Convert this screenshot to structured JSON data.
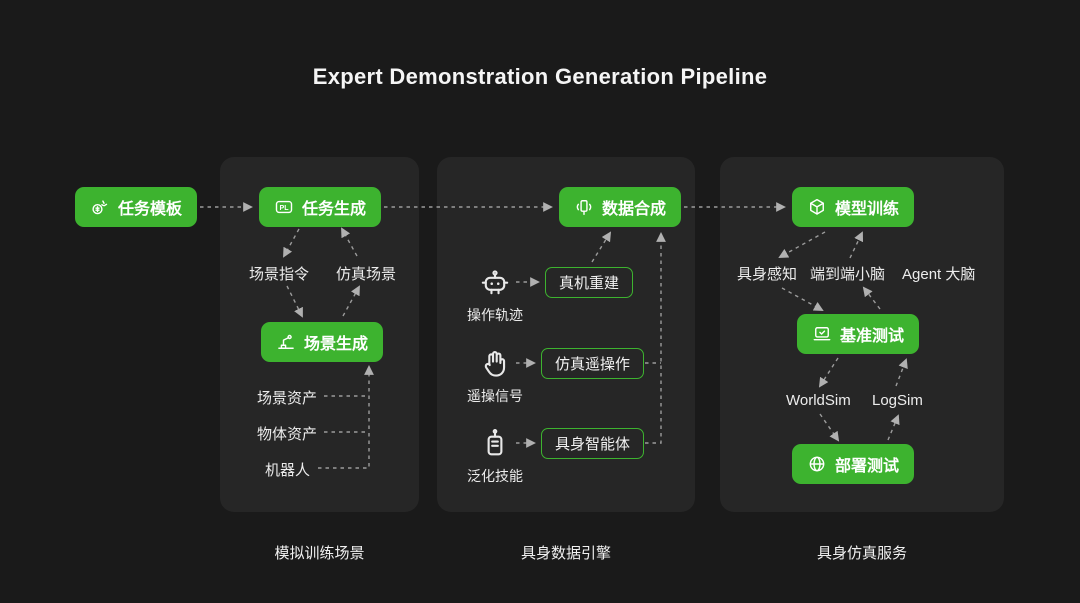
{
  "title": "Expert Demonstration Generation Pipeline",
  "colors": {
    "bg": "#1a1a1a",
    "panel": "#262626",
    "green": "#3db32f",
    "arrow": "#9b9b9b"
  },
  "start": {
    "label": "任务模板"
  },
  "panel1": {
    "caption": "模拟训练场景",
    "task_gen_label": "任务生成",
    "scene_cmd": "场景指令",
    "sim_scene": "仿真场景",
    "scene_gen_label": "场景生成",
    "assets": [
      "场景资产",
      "物体资产",
      "机器人"
    ]
  },
  "panel2": {
    "caption": "具身数据引擎",
    "data_syn_label": "数据合成",
    "rows": [
      {
        "icon": "robot-head-icon",
        "source": "操作轨迹",
        "target": "真机重建"
      },
      {
        "icon": "glove-icon",
        "source": "遥操信号",
        "target": "仿真遥操作"
      },
      {
        "icon": "handheld-device-icon",
        "source": "泛化技能",
        "target": "具身智能体"
      }
    ]
  },
  "panel3": {
    "caption": "具身仿真服务",
    "model_train_label": "模型训练",
    "middle": [
      "具身感知",
      "端到端小脑",
      "Agent 大脑"
    ],
    "benchmark_label": "基准测试",
    "sims": [
      "WorldSim",
      "LogSim"
    ],
    "deploy_label": "部署测试"
  },
  "icons": {
    "start": "money-tasks-icon",
    "task_gen": "pl-badge-icon",
    "scene_gen": "robot-arm-icon",
    "data_syn": "broadcast-phone-icon",
    "model_train": "cube-icon",
    "benchmark": "laptop-icon",
    "deploy": "globe-icon"
  }
}
